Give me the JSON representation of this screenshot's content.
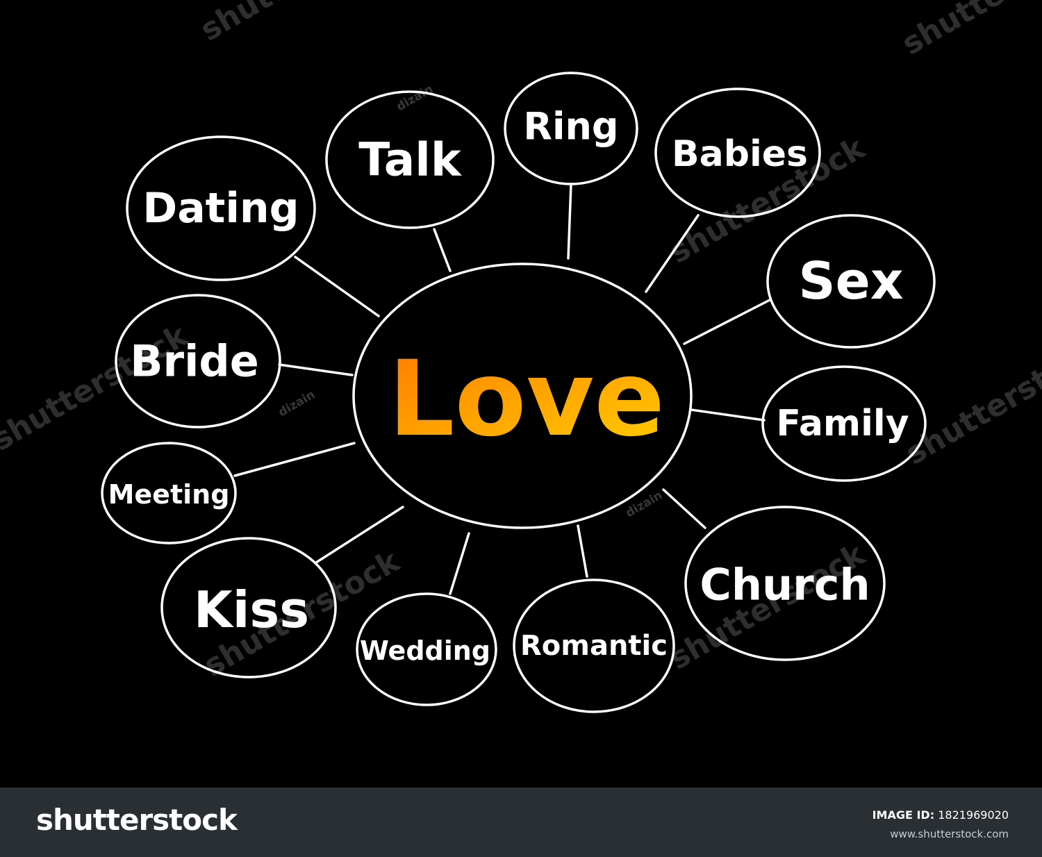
{
  "diagram": {
    "center": "Love",
    "nodes": [
      {
        "id": "dating",
        "label": "Dating"
      },
      {
        "id": "talk",
        "label": "Talk"
      },
      {
        "id": "ring",
        "label": "Ring"
      },
      {
        "id": "babies",
        "label": "Babies"
      },
      {
        "id": "sex",
        "label": "Sex"
      },
      {
        "id": "bride",
        "label": "Bride"
      },
      {
        "id": "family",
        "label": "Family"
      },
      {
        "id": "meeting",
        "label": "Meeting"
      },
      {
        "id": "kiss",
        "label": "Kiss"
      },
      {
        "id": "church",
        "label": "Church"
      },
      {
        "id": "wedding",
        "label": "Wedding"
      },
      {
        "id": "romantic",
        "label": "Romantic"
      }
    ],
    "colors": {
      "background": "#000000",
      "lines": "#ffffff",
      "center_gradient_start": "#ff8a00",
      "center_gradient_end": "#ffd400"
    }
  },
  "watermark": {
    "brand": "shutterstock",
    "contributor": "dizain"
  },
  "footer": {
    "logo": "shutterstock",
    "image_id_label": "IMAGE ID:",
    "image_id": "1821969020",
    "url": "www.shutterstock.com"
  }
}
